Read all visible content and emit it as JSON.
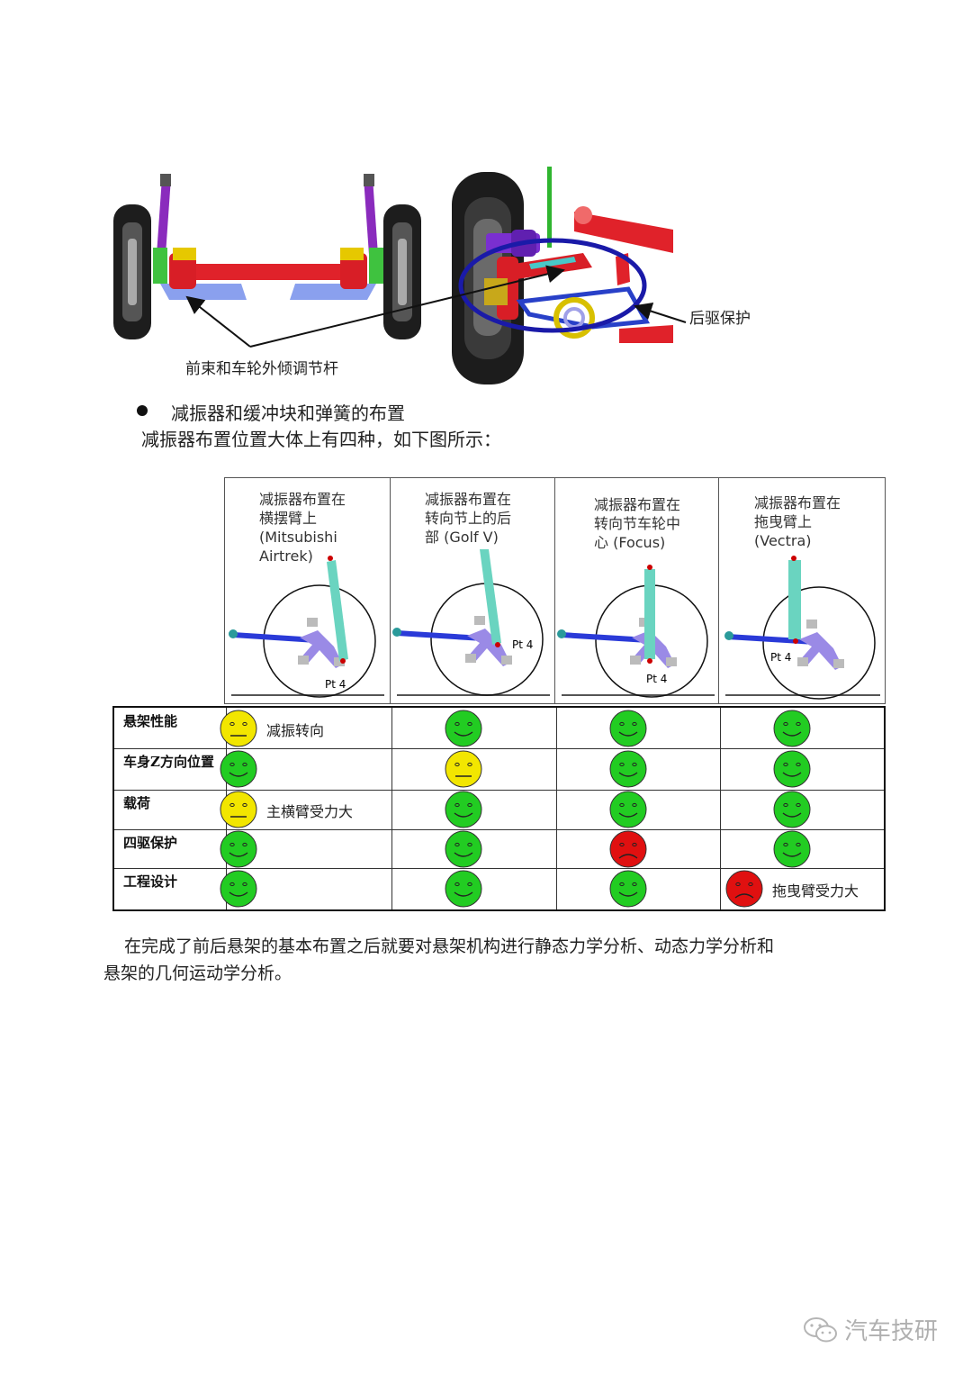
{
  "figure_labels": {
    "front_toe_camber": "前束和车轮外倾调节杆",
    "rear_drive_protection": "后驱保护"
  },
  "section": {
    "bullet_title": "减振器和缓冲块和弹簧的布置",
    "intro": "减振器布置位置大体上有四种，如下图所示："
  },
  "table": {
    "columns": [
      {
        "line1": "减振器布置在",
        "line2": "横摆臂上",
        "line3": "(Mitsubishi",
        "line4": "Airtrek)",
        "pt_label": "Pt 4"
      },
      {
        "line1": "减振器布置在",
        "line2": "转向节上的后",
        "line3": "部 (Golf V)",
        "line4": "",
        "pt_label": "Pt 4"
      },
      {
        "line1": "减振器布置在",
        "line2": "转向节车轮中",
        "line3": "心 (Focus)",
        "line4": "",
        "pt_label": "Pt 4"
      },
      {
        "line1": "减振器布置在",
        "line2": "拖曳臂上",
        "line3": "(Vectra)",
        "line4": "",
        "pt_label": "Pt 4"
      }
    ],
    "rows": [
      {
        "label": "悬架性能",
        "cells": [
          {
            "face": "yellow",
            "note": "减振转向"
          },
          {
            "face": "green",
            "note": ""
          },
          {
            "face": "green",
            "note": ""
          },
          {
            "face": "green",
            "note": ""
          }
        ]
      },
      {
        "label": "车身Z方向位置",
        "cells": [
          {
            "face": "green",
            "note": ""
          },
          {
            "face": "yellow",
            "note": ""
          },
          {
            "face": "green",
            "note": ""
          },
          {
            "face": "green",
            "note": ""
          }
        ]
      },
      {
        "label": "载荷",
        "cells": [
          {
            "face": "yellow",
            "note": "主横臂受力大"
          },
          {
            "face": "green",
            "note": ""
          },
          {
            "face": "green",
            "note": ""
          },
          {
            "face": "green",
            "note": ""
          }
        ]
      },
      {
        "label": "四驱保护",
        "cells": [
          {
            "face": "green",
            "note": ""
          },
          {
            "face": "green",
            "note": ""
          },
          {
            "face": "red",
            "note": ""
          },
          {
            "face": "green",
            "note": ""
          }
        ]
      },
      {
        "label": "工程设计",
        "cells": [
          {
            "face": "green",
            "note": ""
          },
          {
            "face": "green",
            "note": ""
          },
          {
            "face": "green",
            "note": ""
          },
          {
            "face": "red",
            "note": "拖曳臂受力大"
          }
        ]
      }
    ]
  },
  "paragraph": {
    "line1": "在完成了前后悬架的基本布置之后就要对悬架机构进行静态力学分析、动态力学分析和",
    "line2": "悬架的几何运动学分析。"
  },
  "watermark": {
    "text": "汽车技研"
  },
  "colors": {
    "face_green": "#22cc22",
    "face_yellow": "#f2e600",
    "face_red": "#e01010"
  }
}
